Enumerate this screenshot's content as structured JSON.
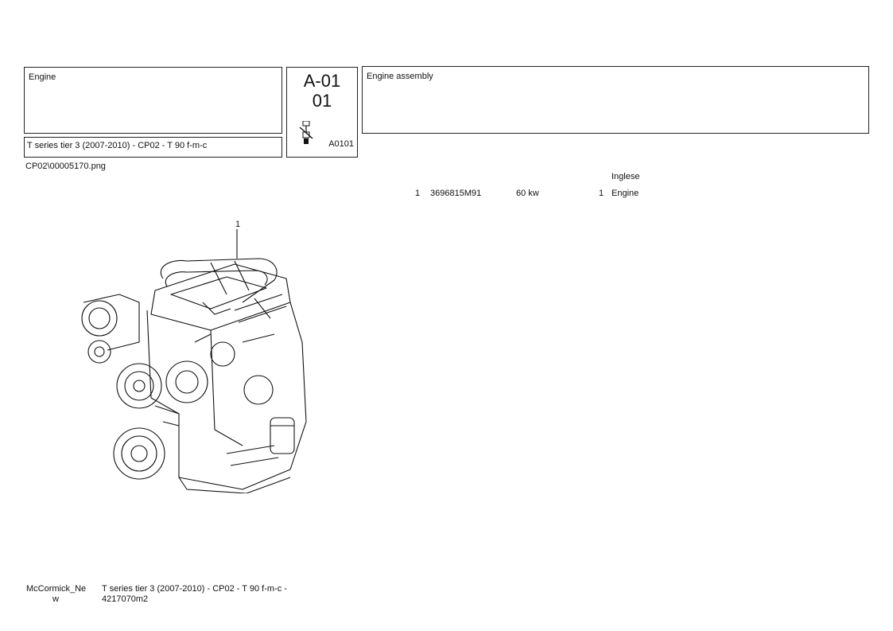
{
  "header": {
    "section": "Engine",
    "series": "T series tier 3 (2007-2010) - CP02 - T 90 f-m-c",
    "code_main": "A-01",
    "code_sub": "01",
    "code_ref": "A0101",
    "title": "Engine assembly"
  },
  "image_file": "CP02\\00005170.png",
  "parts_table": {
    "language_header": "Inglese",
    "rows": [
      {
        "ref": "1",
        "part_number": "3696815M91",
        "note": "60 kw",
        "qty": "1",
        "description": "Engine"
      }
    ]
  },
  "drawing": {
    "callout": "1"
  },
  "footer": {
    "brand_line1": "McCormick_Ne",
    "brand_line2": "w",
    "desc_line1": "T series tier 3 (2007-2010) - CP02 - T 90 f-m-c -",
    "desc_line2": "4217070m2"
  }
}
